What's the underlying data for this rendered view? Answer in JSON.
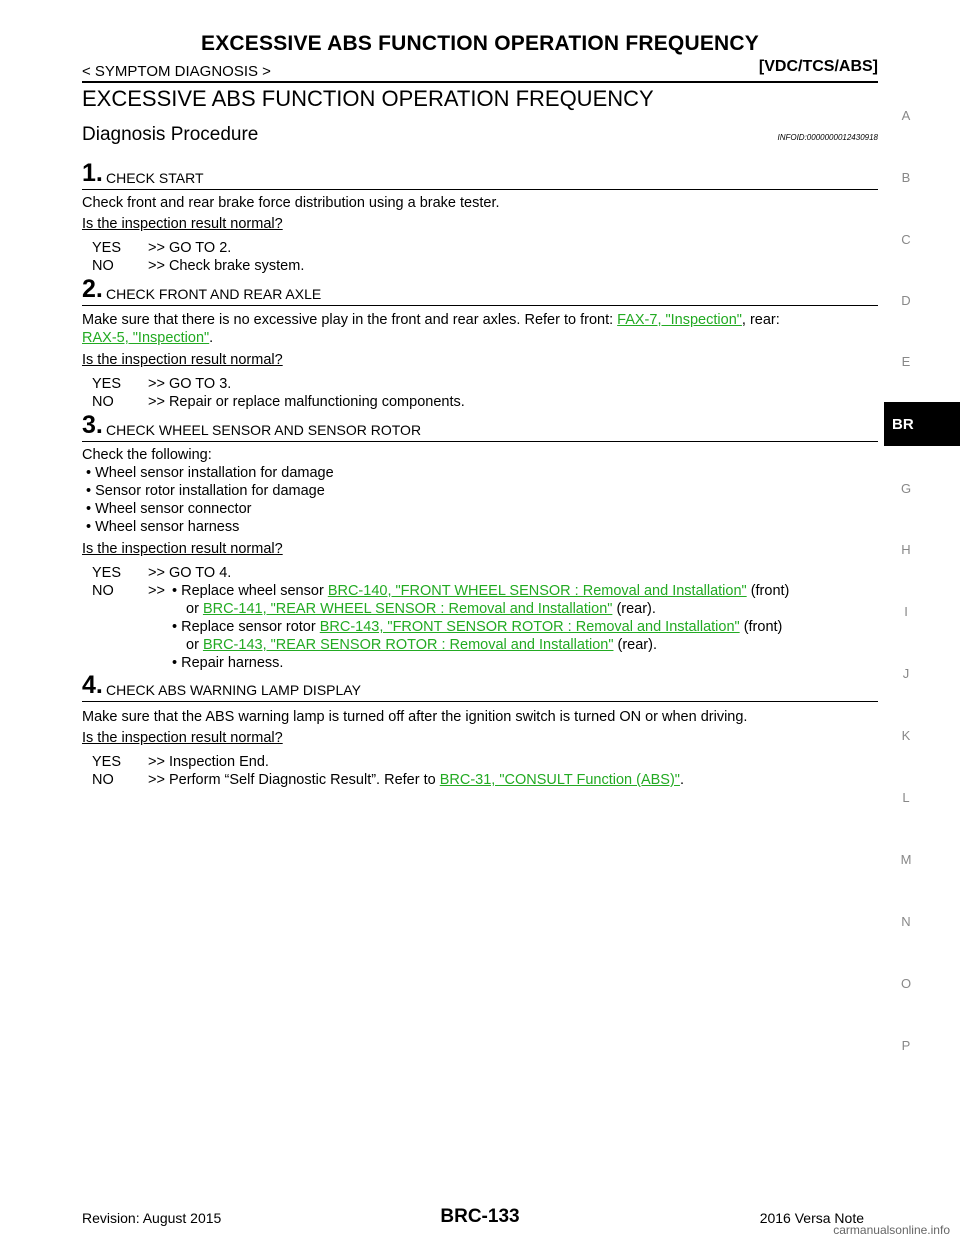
{
  "header": {
    "title": "EXCESSIVE ABS FUNCTION OPERATION FREQUENCY",
    "breadcrumb": "< SYMPTOM DIAGNOSIS >",
    "system": "[VDC/TCS/ABS]"
  },
  "main": {
    "title": "EXCESSIVE ABS FUNCTION OPERATION FREQUENCY",
    "procedure_title": "Diagnosis Procedure",
    "infoid": "INFOID:0000000012430918"
  },
  "question": "Is the inspection result normal?",
  "steps": [
    {
      "num": "1.",
      "label": "CHECK START",
      "text": "Check front and rear brake force distribution using a brake tester.",
      "yes_key": "YES",
      "yes_text": ">> GO TO 2.",
      "no_key": "NO",
      "no_text": ">> Check brake system."
    },
    {
      "num": "2.",
      "label": "CHECK FRONT AND REAR AXLE",
      "text_pre": "Make sure that there is no excessive play in the front and rear axles. Refer to front: ",
      "link1": "FAX-7, \"Inspection\"",
      "text_mid": ", rear:",
      "link2": "RAX-5, \"Inspection\"",
      "text_post": ".",
      "yes_key": "YES",
      "yes_text": ">> GO TO 3.",
      "no_key": "NO",
      "no_text": ">> Repair or replace malfunctioning components."
    },
    {
      "num": "3.",
      "label": "CHECK WHEEL SENSOR AND SENSOR ROTOR",
      "intro": "Check the following:",
      "bullets": [
        "• Wheel sensor installation for damage",
        "• Sensor rotor installation for damage",
        "• Wheel sensor connector",
        "• Wheel sensor harness"
      ],
      "yes_key": "YES",
      "yes_text": ">> GO TO 4.",
      "no_key": "NO",
      "no_arrow": ">>",
      "no_items": {
        "a_pre": "• Replace wheel sensor",
        "a_link": "BRC-140, \"FRONT WHEEL SENSOR : Removal and Installation\"",
        "a_post": "(front)",
        "a2_pre": "or",
        "a2_link": "BRC-141, \"REAR WHEEL SENSOR : Removal and Installation\"",
        "a2_post": "(rear).",
        "b_pre": "• Replace sensor rotor",
        "b_link": "BRC-143, \"FRONT SENSOR ROTOR : Removal and Installation\"",
        "b_post": "(front)",
        "b2_pre": "or",
        "b2_link": "BRC-143, \"REAR SENSOR ROTOR : Removal and Installation\"",
        "b2_post": "(rear).",
        "c": "• Repair harness."
      }
    },
    {
      "num": "4.",
      "label": "CHECK ABS WARNING LAMP DISPLAY",
      "text": "Make sure that the ABS warning lamp is turned off after the ignition switch is turned ON or when driving.",
      "yes_key": "YES",
      "yes_text": ">> Inspection End.",
      "no_key": "NO",
      "no_pre": ">> Perform “Self Diagnostic Result”. Refer to",
      "no_link": "BRC-31, \"CONSULT Function (ABS)\"",
      "no_post": "."
    }
  ],
  "side_index": [
    "A",
    "B",
    "C",
    "D",
    "E",
    "G",
    "H",
    "I",
    "J",
    "K",
    "L",
    "M",
    "N",
    "O",
    "P"
  ],
  "side_tab": "BR",
  "footer": {
    "revision": "Revision: August 2015",
    "page": "BRC-133",
    "model": "2016 Versa Note",
    "brand": "carmanualsonline.info"
  },
  "colors": {
    "link": "#22aa22",
    "tab_bg": "#000000"
  }
}
